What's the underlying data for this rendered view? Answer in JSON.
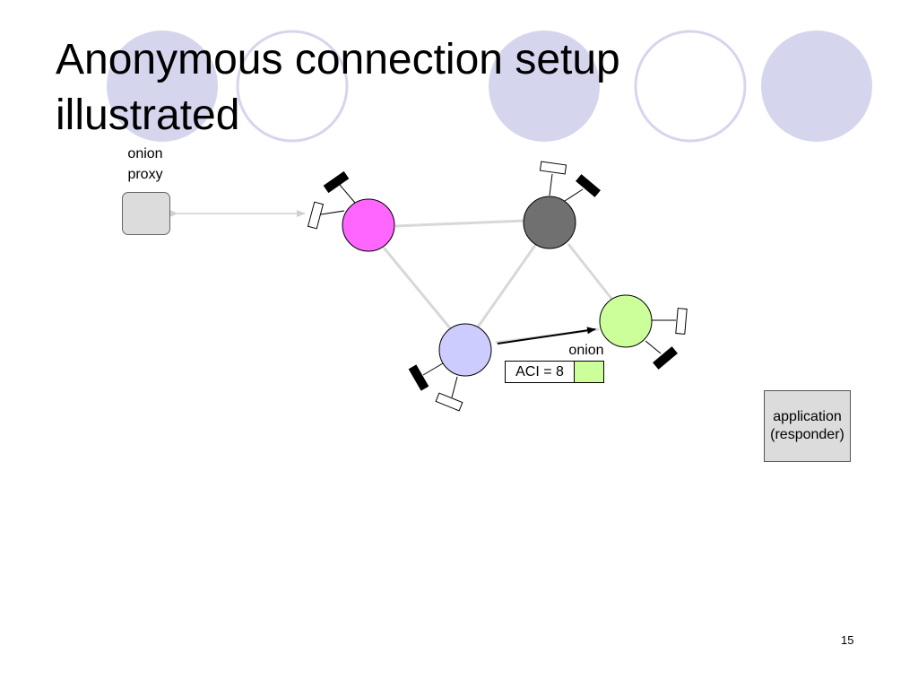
{
  "slide": {
    "title_lines": [
      "Anonymous connection setup",
      "illustrated"
    ],
    "slide_number": "15",
    "theme_colors": {
      "circle_fill": "#d5d5ee",
      "circle_outline": "#d5d5ee"
    }
  },
  "diagram": {
    "onion_proxy_label_lines": [
      "onion",
      "proxy"
    ],
    "application_label_lines": [
      "application",
      "(responder)"
    ],
    "onion_label": "onion",
    "aci_text": "ACI = 8",
    "colors": {
      "router_magenta": "#ff66ff",
      "router_gray": "#707070",
      "router_lavender": "#ccccff",
      "router_green": "#ccff99",
      "link_line": "#d8d8d8",
      "proxy_box": "#dcdcdc",
      "app_box": "#dcdcdc"
    }
  }
}
